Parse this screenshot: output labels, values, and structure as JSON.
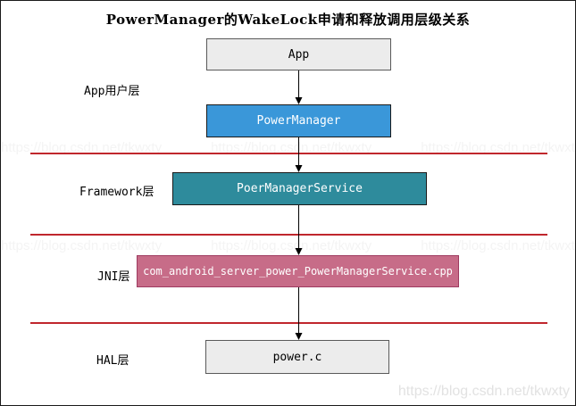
{
  "title": "PowerManager的WakeLock申请和释放调用层级关系",
  "layers": {
    "app": {
      "label": "App用户层"
    },
    "framework": {
      "label": "Framework层"
    },
    "jni": {
      "label": "JNI层"
    },
    "hal": {
      "label": "HAL层"
    }
  },
  "nodes": {
    "app": {
      "label": "App"
    },
    "powerManager": {
      "label": "PowerManager"
    },
    "powerManagerService": {
      "label": "PoerManagerService"
    },
    "jniCpp": {
      "label": "com_android_server_power_PowerManagerService.cpp"
    },
    "halPowerC": {
      "label": "power.c"
    }
  },
  "edges": [
    {
      "from": "App",
      "to": "PowerManager"
    },
    {
      "from": "PowerManager",
      "to": "PoerManagerService"
    },
    {
      "from": "PoerManagerService",
      "to": "com_android_server_power_PowerManagerService.cpp"
    },
    {
      "from": "com_android_server_power_PowerManagerService.cpp",
      "to": "power.c"
    }
  ],
  "colors": {
    "box_gray": "#ececec",
    "box_blue": "#3a97d9",
    "box_teal": "#2e8b9c",
    "box_pink": "#c76c88",
    "pink_border": "#9e3b60",
    "divider_red": "#c0272d",
    "arrow_black": "#000000"
  },
  "watermark": {
    "text": "https://blog.csdn.net/tkwxty"
  }
}
